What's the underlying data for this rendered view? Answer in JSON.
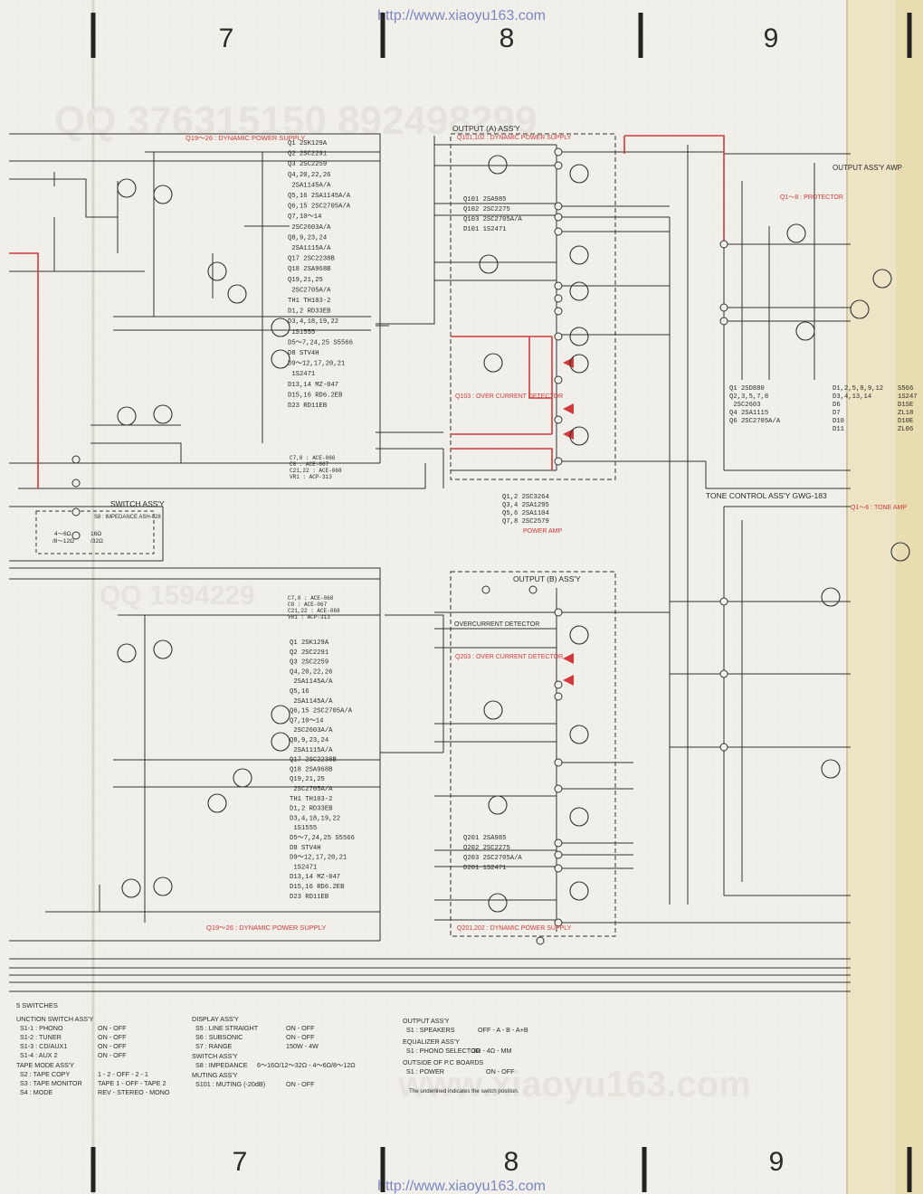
{
  "url": "http://www.xiaoyu163.com",
  "watermark": {
    "top": "QQ 376315150   892498299",
    "mid": "QQ 1594229",
    "bottom": "www.xiaoyu163.com"
  },
  "columns": [
    "7",
    "8",
    "9"
  ],
  "top_left": {
    "title": "Q19～26 : DYNAMIC POWER SUPPLY",
    "parts": [
      "Q1     2SK129A",
      "Q2     2SC2291",
      "Q3     2SC2259",
      "Q4,20,22,26",
      "         2SA1145A/A",
      "Q5,16  2SA1145A/A",
      "Q6,15  2SC2705A/A",
      "Q7,10～14",
      "         2SC2603A/A",
      "Q8,9,23,24",
      "         2SA1115A/A",
      "Q17    2SC2238B",
      "Q18    2SA968B",
      "Q19,21,25",
      "         2SC2705A/A",
      "TH1    TH103-2",
      "D1,2    RD33EB",
      "D3,4,18,19,22",
      "          1S1555",
      "D5～7,24,25  S5566",
      "D8      STV4H",
      "D9～12,17,20,21",
      "          1S2471",
      "D13,14  MZ-047",
      "D15,16  RD6.2EB",
      "D23     RD11EB"
    ],
    "caps": [
      "C7,8 : ACE-066",
      "C8 : ACE-067",
      "C21,22 : ACE-068",
      "VR1 : ACP-313"
    ]
  },
  "output_a": {
    "title": "OUTPUT (A) ASS'Y",
    "dps": "Q101,102 : DYNAMIC POWER SUPPLY",
    "parts": [
      "Q101   2SA985",
      "Q102   2SC2275",
      "Q103   2SC2705A/A",
      "D101   1S2471"
    ],
    "ocd": "Q103 : OVER CURRENT DETECTOR",
    "power": [
      "Q1,2    2SC3264",
      "Q3,4    2SA1295",
      "Q5,6    2SA1104",
      "Q7,8    2SC2579"
    ],
    "power_label": "POWER AMP"
  },
  "switch": {
    "title": "SWITCH ASS'Y",
    "s8": "S8 : IMPEDANCE ASH-028",
    "opt1": "4～6Ω",
    "opt2": "/8～12Ω",
    "opt3": "16Ω",
    "opt4": "/32Ω"
  },
  "output_b": {
    "title": "OUTPUT (B) ASS'Y",
    "ocd_label": "OVERCURRENT DETECTOR",
    "ocd": "Q203 : OVER CURRENT DETECTOR",
    "parts": [
      "Q201   2SA985",
      "Q202   2SC2275",
      "Q203   2SC2705A/A",
      "D201   1S2471"
    ],
    "dps": "Q201,202 : DYNAMIC POWER SUPPLY"
  },
  "bottom_left": {
    "title": "Q19～26 : DYNAMIC POWER SUPPLY",
    "caps": [
      "C7,8 : ACE-068",
      "C8 : ACE-067",
      "C21,22 : ACE-068",
      "VR1 : ACP-313"
    ],
    "parts": [
      "Q1     2SK129A",
      "Q2     2SC2291",
      "Q3     2SC2259",
      "Q4,20,22,26",
      "         2SA1145A/A",
      "Q5,16",
      "         2SA1145A/A",
      "Q6,15  2SC2705A/A",
      "Q7,10～14",
      "         2SC2603A/A",
      "Q8,9,23,24",
      "         2SA1115A/A",
      "Q17    2SC2238B",
      "Q18    2SA968B",
      "Q19,21,25",
      "         2SC2705A/A",
      "TH1    TH103-2",
      "D1,2   RD33EB",
      "D3,4,18,19,22",
      "         1S1555",
      "D5～7,24,25  S5566",
      "D8      STV4H",
      "D9～12,17,20,21",
      "          1S2471",
      "D13,14  MZ-047",
      "D15,16  RD6.2EB",
      "D23     RD11EB"
    ]
  },
  "right_top": {
    "title": "OUTPUT ASS'Y  AWP",
    "protector": "Q1～8 : PROTECTOR",
    "parts_a": [
      "Q1       2SD880",
      "Q2,3,5,7,8",
      "           2SC2603",
      "Q4       2SA1115",
      "Q6       2SC2705A/A"
    ],
    "parts_b": [
      "D1,2,5,8,9,12",
      "D3,4,13,14",
      "D6",
      "D7",
      "D10",
      "D11"
    ],
    "parts_c": [
      "S566",
      "1S247",
      "D1SE",
      "ZL18",
      "D10E",
      "ZL06"
    ]
  },
  "tone": {
    "title": "TONE  CONTROL  ASS'Y   GWG-183",
    "sub": "Q1～6 : TONE AMP"
  },
  "switches": {
    "heading": "5  SWITCHES",
    "function": {
      "title": "UNCTION  SWITCH  ASS'Y",
      "rows": [
        [
          "S1-1 :  PHONO",
          "ON - OFF"
        ],
        [
          "S1-2 :  TUNER",
          "ON - OFF"
        ],
        [
          "S1-3 :  CD/AUX1",
          "ON - OFF"
        ],
        [
          "S1-4 :  AUX 2",
          "ON - OFF"
        ]
      ]
    },
    "tape": {
      "title": "TAPE  MODE  ASS'Y",
      "rows": [
        [
          "S2   :  TAPE COPY",
          "1 - 2 - OFF - 2 - 1"
        ],
        [
          "S3   :  TAPE MONITOR",
          "TAPE 1 - OFF - TAPE 2"
        ],
        [
          "S4   :  MODE",
          "REV - STEREO - MONO"
        ]
      ]
    },
    "display": {
      "title": "DISPLAY  ASS'Y",
      "rows": [
        [
          "S5  :  LINE STRAIGHT",
          "ON - OFF"
        ],
        [
          "S6  :  SUBSONIC",
          "ON - OFF"
        ],
        [
          "S7  :  RANGE",
          "150W - 4W"
        ]
      ]
    },
    "switch_assy": {
      "title": "SWITCH  ASS'Y",
      "rows": [
        [
          "S8  :  IMPEDANCE",
          "6～16Ω/12～32Ω - 4～6Ω/8～12Ω"
        ]
      ]
    },
    "muting": {
      "title": "MUTING  ASS'Y",
      "rows": [
        [
          "S101 :  MUTING (-20dB)",
          "ON - OFF"
        ]
      ]
    },
    "output": {
      "title": "OUTPUT  ASS'Y",
      "rows": [
        [
          "S1  :  SPEAKERS",
          "OFF - A - B - A+B"
        ]
      ]
    },
    "equalizer": {
      "title": "EQUALIZER  ASS'Y",
      "rows": [
        [
          "S1  :  PHONO SELECTOR",
          "3Ω - 4Ω - MM"
        ]
      ]
    },
    "outside": {
      "title": "OUTSIDE  OF  P.C  BOARDS",
      "rows": [
        [
          "S1  :  POWER",
          "ON - OFF"
        ]
      ]
    },
    "note": "The underlined indicates the switch position."
  }
}
